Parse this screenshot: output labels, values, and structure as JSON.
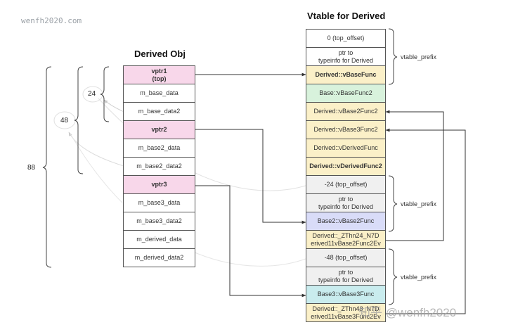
{
  "watermark_top": "wenfh2020.com",
  "watermark_bottom": "知乎 @wenfh2020",
  "obj_title": "Derived Obj",
  "vtable_title": "Vtable for Derived",
  "brace_labels": {
    "b24": "24",
    "b48": "48",
    "b88": "88"
  },
  "vtable_prefix_label": "vtable_prefix",
  "obj_rows": [
    {
      "line1": "vptr1",
      "line2": "(top)",
      "fill": "#f8d7ea",
      "bold": true
    },
    {
      "line1": "m_base_data",
      "line2": "",
      "fill": "#ffffff",
      "bold": false
    },
    {
      "line1": "m_base_data2",
      "line2": "",
      "fill": "#ffffff",
      "bold": false
    },
    {
      "line1": "vptr2",
      "line2": "",
      "fill": "#f8d7ea",
      "bold": true
    },
    {
      "line1": "m_base2_data",
      "line2": "",
      "fill": "#ffffff",
      "bold": false
    },
    {
      "line1": "m_base2_data2",
      "line2": "",
      "fill": "#ffffff",
      "bold": false
    },
    {
      "line1": "vptr3",
      "line2": "",
      "fill": "#f8d7ea",
      "bold": true
    },
    {
      "line1": "m_base3_data",
      "line2": "",
      "fill": "#ffffff",
      "bold": false
    },
    {
      "line1": "m_base3_data2",
      "line2": "",
      "fill": "#ffffff",
      "bold": false
    },
    {
      "line1": "m_derived_data",
      "line2": "",
      "fill": "#ffffff",
      "bold": false
    },
    {
      "line1": "m_derived_data2",
      "line2": "",
      "fill": "#ffffff",
      "bold": false
    }
  ],
  "vtable_rows": [
    {
      "line1": "0 (top_offset)",
      "line2": "",
      "fill": "#ffffff",
      "bold": false
    },
    {
      "line1": "ptr to",
      "line2": "typeinfo for Derived",
      "fill": "#ffffff",
      "bold": false
    },
    {
      "line1": "Derived::vBaseFunc",
      "line2": "",
      "fill": "#fbf0c8",
      "bold": true
    },
    {
      "line1": "Base::vBaseFunc2",
      "line2": "",
      "fill": "#d8f2dc",
      "bold": false
    },
    {
      "line1": "Derived::vBase2Func2",
      "line2": "",
      "fill": "#fbf0c8",
      "bold": false
    },
    {
      "line1": "Derived::vBase3Func2",
      "line2": "",
      "fill": "#fbf0c8",
      "bold": false
    },
    {
      "line1": "Derived::vDerivedFunc",
      "line2": "",
      "fill": "#fbf0c8",
      "bold": false
    },
    {
      "line1": "Derived::vDerivedFunc2",
      "line2": "",
      "fill": "#fbf0c8",
      "bold": true
    },
    {
      "line1": "-24 (top_offset)",
      "line2": "",
      "fill": "#f0f0f0",
      "bold": false
    },
    {
      "line1": "ptr to",
      "line2": "typeinfo for Derived",
      "fill": "#f0f0f0",
      "bold": false
    },
    {
      "line1": "Base2::vBase2Func",
      "line2": "",
      "fill": "#d9dcf8",
      "bold": false
    },
    {
      "line1": "Derived::_ZThn24_N7D",
      "line2": "erived11vBase2Func2Ev",
      "fill": "#fbf0c8",
      "bold": false
    },
    {
      "line1": "-48 (top_offset)",
      "line2": "",
      "fill": "#f0f0f0",
      "bold": false
    },
    {
      "line1": "ptr to",
      "line2": "typeinfo for Derived",
      "fill": "#f0f0f0",
      "bold": false
    },
    {
      "line1": "Base3::vBase3Func",
      "line2": "",
      "fill": "#c9ecee",
      "bold": false
    },
    {
      "line1": "Derived::_ZThn48_N7D",
      "line2": "erived11vBase3Func2Ev",
      "fill": "#fbf0c8",
      "bold": false
    }
  ]
}
